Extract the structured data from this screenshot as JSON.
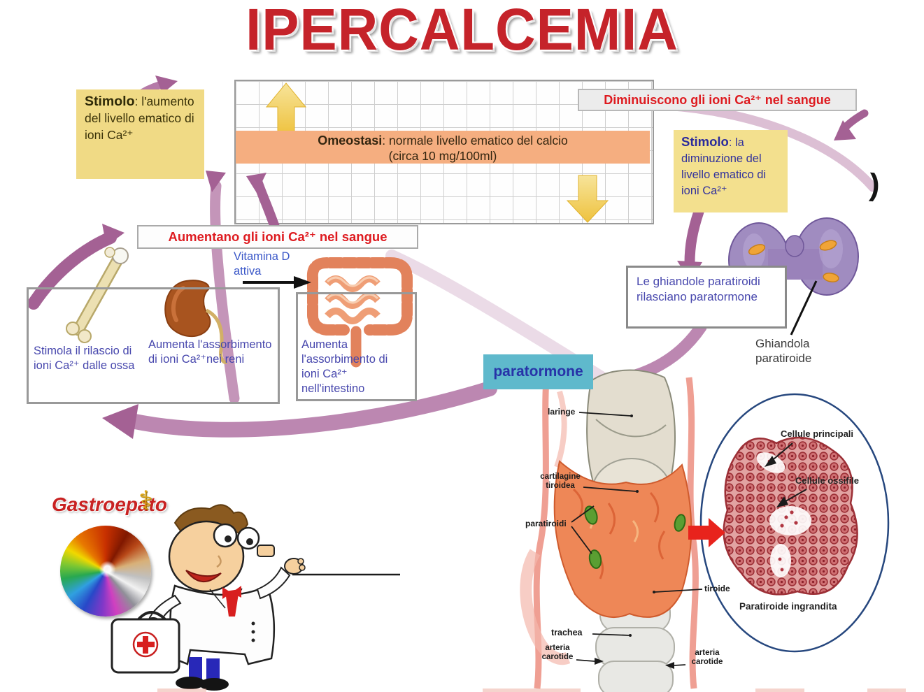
{
  "title": "IPERCALCEMIA",
  "loop": {
    "stimolo_left_label": "Stimolo",
    "stimolo_left_text": ": l'aumento del livello ematico di ioni Ca²⁺",
    "diminuiscono": "Diminuiscono gli ioni Ca²⁺ nel sangue",
    "omeostasi_label": "Omeostasi",
    "omeostasi_text": ": normale livello ematico del calcio",
    "omeostasi_text2": "(circa 10 mg/100ml)",
    "stimolo_right_label": "Stimolo",
    "stimolo_right_text": ": la diminuzione del livello ematico di ioni Ca²⁺",
    "aumentano": "Aumentano gli ioni Ca²⁺ nel sangue"
  },
  "responses": {
    "ossa": "Stimola il rilascio di ioni Ca²⁺ dalle ossa",
    "reni": "Aumenta l'assorbimento di ioni Ca²⁺nei reni",
    "vitamina_d": "Vitamina D attiva",
    "intestino": "Aumenta l'assorbimento di ioni Ca²⁺ nell'intestino"
  },
  "parathyroid": {
    "ghiandole_box": "Le ghiandole paratiroidi rilasciano paratormone",
    "gland_label": "Ghiandola paratiroide",
    "hormone": "paratormone",
    "stray_mark": ")"
  },
  "anatomy_labels": {
    "laringe": "laringe",
    "cartilagine_tiroidea": "cartilagine tiroidea",
    "paratiroidi": "paratiroidi",
    "tiroide": "tiroide",
    "trachea": "trachea",
    "arteria_carotide_left": "arteria carotide",
    "arteria_carotide_right": "arteria carotide"
  },
  "inset": {
    "cellule_principali": "Cellule principali",
    "cellule_ossifile": "Cellule ossifile",
    "caption": "Paratiroide ingrandita"
  },
  "logo": {
    "text": "Gastroepato",
    "caduceus_icon": "⚕"
  },
  "colors": {
    "title_red": "#c5232a",
    "text_red": "#de1b20",
    "yellow_note": "#f0da85",
    "omeostasi_orange": "#f5ae80",
    "arrow_purple": "#a46194",
    "arrow_yellow": "#eec23e",
    "paratormone_teal": "#5fb9cc",
    "text_blue": "#4747ad",
    "gland_purple": "#a08cc0"
  }
}
